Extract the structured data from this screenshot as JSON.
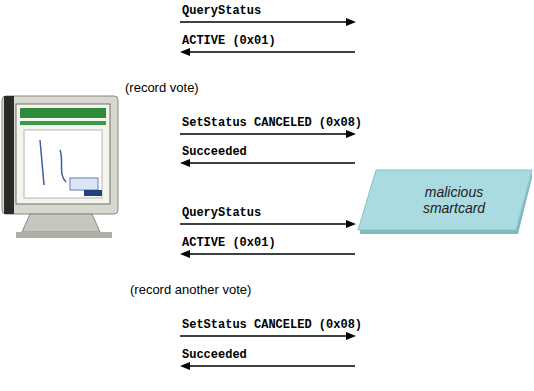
{
  "diagram": {
    "nodes": [
      {
        "text": [
          "malicious smartcard"
        ]
      }
    ],
    "labels": [
      "QueryStatus",
      "ACTIVE (0x01)",
      "(record vote)",
      "SetStatus CANCELED (0x08)",
      "Succeeded",
      "QueryStatus",
      "ACTIVE (0x01)",
      "(record another vote)",
      "SetStatus CANCELED (0x08)",
      "Succeeded"
    ]
  }
}
